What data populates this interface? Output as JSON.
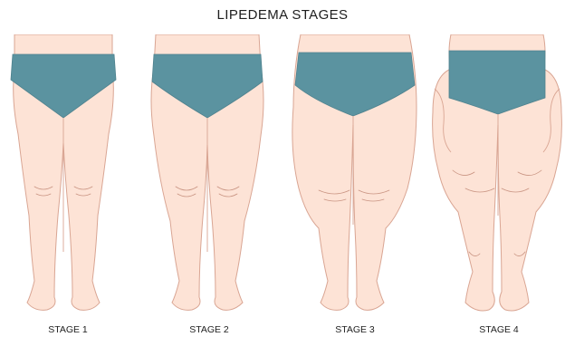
{
  "title": "LIPEDEMA STAGES",
  "stages": [
    {
      "label": "STAGE 1"
    },
    {
      "label": "STAGE 2"
    },
    {
      "label": "STAGE 3"
    },
    {
      "label": "STAGE 4"
    }
  ],
  "colors": {
    "skin": "#fde3d6",
    "skin_outline": "#d9a593",
    "briefs": "#5b93a0",
    "text": "#1e1e1e"
  }
}
